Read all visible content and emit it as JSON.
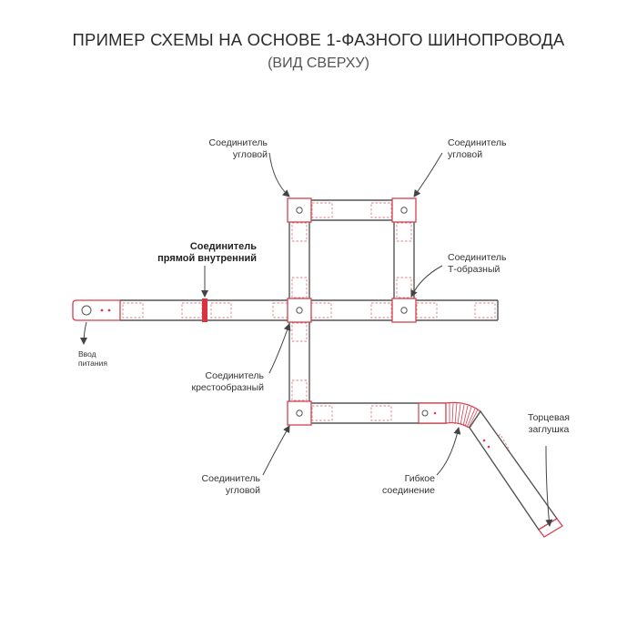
{
  "title": "ПРИМЕР СХЕМЫ НА ОСНОВЕ 1-ФАЗНОГО ШИНОПРОВОДА",
  "subtitle": "(ВИД СВЕРХУ)",
  "colors": {
    "accent": "#d4404e",
    "track": "#555555",
    "connector_fill": "#d8333f",
    "text": "#333333"
  },
  "labels": {
    "corner_top_left": [
      "Соединитель",
      "угловой"
    ],
    "corner_top_right": [
      "Соединитель",
      "угловой"
    ],
    "straight_internal": [
      "Соединитель",
      "прямой внутренний"
    ],
    "t_shaped": [
      "Соединитель",
      "Т-образный"
    ],
    "power_input": [
      "Ввод",
      "питания"
    ],
    "cross": [
      "Соединитель",
      "крестообразный"
    ],
    "corner_bottom": [
      "Соединитель",
      "угловой"
    ],
    "flexible": [
      "Гибкое",
      "соединение"
    ],
    "end_cap": [
      "Торцевая",
      "заглушка"
    ]
  }
}
